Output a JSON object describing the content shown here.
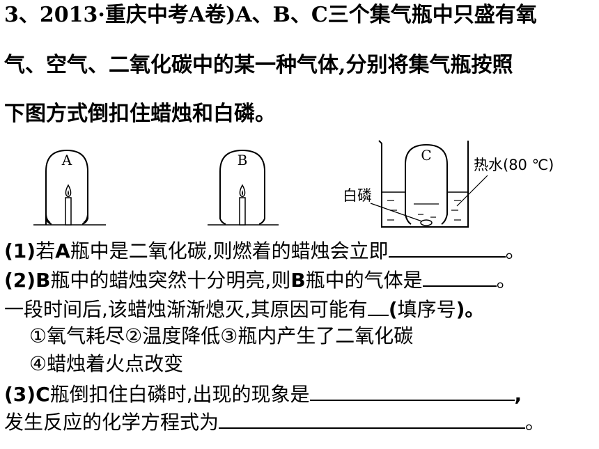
{
  "question": {
    "stem_line1": "3、2013·重庆中考A卷)A、B、C三个集气瓶中只盛有氧",
    "stem_line2": "气、空气、二氧化碳中的某一种气体,分别将集气瓶按照",
    "stem_line3": "下图方式倒扣住蜡烛和白磷。"
  },
  "figure": {
    "jar_a_label": "A",
    "jar_b_label": "B",
    "jar_c_label": "C",
    "hot_water_label": "热水(80 ℃)",
    "white_phosphorus_label": "白磷"
  },
  "parts": {
    "p1_num": "(1)",
    "p1_a": "若",
    "p1_bold": "A",
    "p1_b": "瓶中是二氧化碳,则燃着的蜡烛会立即",
    "p1_end": "。",
    "p2_num": "(2)",
    "p2_bold1": "B",
    "p2_a": "瓶中的蜡烛突然十分明亮,则",
    "p2_bold2": "B",
    "p2_b": "瓶中的气体是",
    "p2_end": "。",
    "p2_line2_a": "一段时间后,该蜡烛渐渐熄灭,其原因可能有",
    "p2_line2_b": "(",
    "p2_line2_c": "填序号",
    "p2_line2_d": ")。",
    "options_line1": "①氧气耗尽②温度降低③瓶内产生了二氧化碳",
    "options_line2": "④蜡烛着火点改变",
    "p3_num": "(3)",
    "p3_bold": "C",
    "p3_a": "瓶倒扣住白磷时,出现的现象是",
    "p3_comma": ",",
    "p3_line2": "发生反应的化学方程式为",
    "p3_end": "。"
  }
}
